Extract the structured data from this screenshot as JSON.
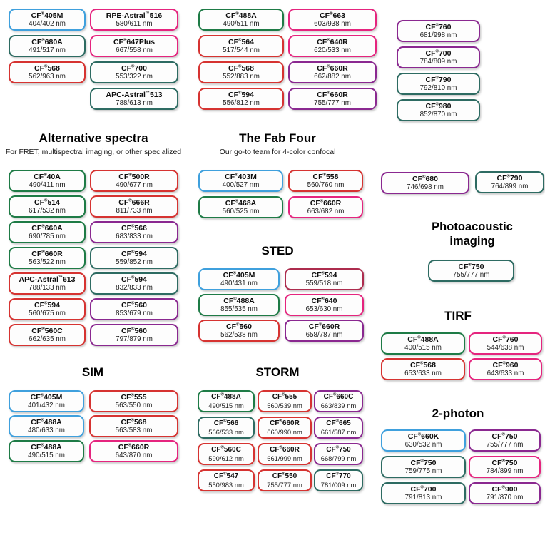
{
  "palette": {
    "blue": "#3fa0dd",
    "green": "#1e7b46",
    "teal": "#2d6b62",
    "red": "#d63331",
    "crimson": "#ad2c4e",
    "pink": "#e5247e",
    "purple": "#8a2890"
  },
  "headers": {
    "alt": {
      "title": "Alternative spectra",
      "subtitle": "For FRET, multispectral imaging, or other specialized"
    },
    "fab": {
      "title": "The Fab Four",
      "subtitle": "Our go-to team for 4-color confocal"
    },
    "sted": {
      "title": "STED"
    },
    "pa": {
      "title": "Photoacoustic imaging"
    },
    "tirf": {
      "title": "TIRF"
    },
    "sim": {
      "title": "SIM"
    },
    "storm": {
      "title": "STORM"
    },
    "twophoton": {
      "title": "2-photon"
    }
  },
  "columns": {
    "top-1": [
      {
        "name": "CF®405M",
        "value": "404/402 nm",
        "color": "blue"
      },
      {
        "name": "CF®680A",
        "value": "491/517 nm",
        "color": "teal"
      },
      {
        "name": "CF®568",
        "value": "562/963 nm",
        "color": "red"
      }
    ],
    "top-2": [
      {
        "name": "RPE-Astral™516",
        "value": "580/611 nm",
        "color": "pink"
      },
      {
        "name": "CF®647Plus",
        "value": "667/558 nm",
        "color": "pink"
      },
      {
        "name": "CF®700",
        "value": "553/322 nm",
        "color": "teal"
      },
      {
        "name": "APC-Astral™513",
        "value": "788/613 nm",
        "color": "teal"
      }
    ],
    "top-3": [
      {
        "name": "CF®488A",
        "value": "490/511 nm",
        "color": "green"
      },
      {
        "name": "CF®564",
        "value": "517/544 nm",
        "color": "red"
      },
      {
        "name": "CF®568",
        "value": "552/883 nm",
        "color": "red"
      },
      {
        "name": "CF®594",
        "value": "556/812 nm",
        "color": "red"
      }
    ],
    "top-4": [
      {
        "name": "CF®663",
        "value": "603/938 nm",
        "color": "pink"
      },
      {
        "name": "CF®640R",
        "value": "620/533 nm",
        "color": "pink"
      },
      {
        "name": "CF®660R",
        "value": "662/882 nm",
        "color": "purple"
      },
      {
        "name": "CF®660R",
        "value": "755/777 nm",
        "color": "purple"
      }
    ],
    "top-5": [
      {
        "name": "CF®760",
        "value": "681/998 nm",
        "color": "purple"
      },
      {
        "name": "CF®700",
        "value": "784/809 nm",
        "color": "purple"
      },
      {
        "name": "CF®790",
        "value": "792/810 nm",
        "color": "teal"
      },
      {
        "name": "CF®980",
        "value": "852/870 nm",
        "color": "teal"
      }
    ],
    "alt-1": [
      {
        "name": "CF®40A",
        "value": "490/411 nm",
        "color": "green"
      },
      {
        "name": "CF®514",
        "value": "617/532 nm",
        "color": "green"
      },
      {
        "name": "CF®660A",
        "value": "690/785 nm",
        "color": "green"
      },
      {
        "name": "CF®660R",
        "value": "563/522 nm",
        "color": "green"
      },
      {
        "name": "APC-Astral™613",
        "value": "788/133 nm",
        "color": "red"
      },
      {
        "name": "CF®594",
        "value": "560/675 nm",
        "color": "red"
      },
      {
        "name": "CF®560C",
        "value": "662/635 nm",
        "color": "red"
      }
    ],
    "alt-2": [
      {
        "name": "CF®500R",
        "value": "490/677 nm",
        "color": "red"
      },
      {
        "name": "CF®666R",
        "value": "811/733 nm",
        "color": "red"
      },
      {
        "name": "CF®566",
        "value": "683/833 nm",
        "color": "purple"
      },
      {
        "name": "CF®594",
        "value": "559/852 nm",
        "color": "teal"
      },
      {
        "name": "CF®594",
        "value": "832/833 nm",
        "color": "teal"
      },
      {
        "name": "CF®560",
        "value": "853/679 nm",
        "color": "purple"
      },
      {
        "name": "CF®560",
        "value": "797/879 nm",
        "color": "purple"
      }
    ],
    "fab-1": [
      {
        "name": "CF®403M",
        "value": "400/527 nm",
        "color": "blue"
      },
      {
        "name": "CF®468A",
        "value": "560/525 nm",
        "color": "green"
      }
    ],
    "fab-2": [
      {
        "name": "CF®558",
        "value": "560/760 nm",
        "color": "red"
      },
      {
        "name": "CF®660R",
        "value": "663/682 nm",
        "color": "pink"
      }
    ],
    "nir-1": [
      {
        "name": "CF®680",
        "value": "746/698 nm",
        "color": "purple"
      }
    ],
    "nir-2": [
      {
        "name": "CF®790",
        "value": "764/899 nm",
        "color": "teal"
      }
    ],
    "sted-1": [
      {
        "name": "CF®405M",
        "value": "490/431 nm",
        "color": "blue"
      },
      {
        "name": "CF®488A",
        "value": "855/535 nm",
        "color": "green"
      },
      {
        "name": "CF®560",
        "value": "562/538 nm",
        "color": "red"
      }
    ],
    "sted-2": [
      {
        "name": "CF®594",
        "value": "559/518 nm",
        "color": "crimson"
      },
      {
        "name": "CF®640",
        "value": "653/630 nm",
        "color": "pink"
      },
      {
        "name": "CF®660R",
        "value": "658/787 nm",
        "color": "purple"
      }
    ],
    "pa-1": [
      {
        "name": "CF®750",
        "value": "755/777 nm",
        "color": "teal"
      }
    ],
    "tirf-1": [
      {
        "name": "CF®488A",
        "value": "400/515 nm",
        "color": "green"
      },
      {
        "name": "CF®568",
        "value": "653/633 nm",
        "color": "red"
      }
    ],
    "tirf-2": [
      {
        "name": "CF®760",
        "value": "544/638 nm",
        "color": "pink"
      },
      {
        "name": "CF®960",
        "value": "643/633 nm",
        "color": "pink"
      }
    ],
    "sim-1": [
      {
        "name": "CF®405M",
        "value": "401/432 nm",
        "color": "blue"
      },
      {
        "name": "CF®488A",
        "value": "480/633 nm",
        "color": "blue"
      },
      {
        "name": "CF®488A",
        "value": "490/515 nm",
        "color": "green"
      }
    ],
    "sim-2": [
      {
        "name": "CF®555",
        "value": "563/550 nm",
        "color": "red"
      },
      {
        "name": "CF®568",
        "value": "563/583 nm",
        "color": "red"
      },
      {
        "name": "CF®660R",
        "value": "643/870 nm",
        "color": "pink"
      }
    ],
    "storm-1": [
      {
        "name": "CF®488A",
        "value": "490/515 nm",
        "color": "green"
      },
      {
        "name": "CF®566",
        "value": "566/533 nm",
        "color": "teal"
      },
      {
        "name": "CF®560C",
        "value": "590/612 nm",
        "color": "red"
      },
      {
        "name": "CF®547",
        "value": "550/983 nm",
        "color": "red"
      }
    ],
    "storm-2": [
      {
        "name": "CF®555",
        "value": "560/539 nm",
        "color": "red"
      },
      {
        "name": "CF®660R",
        "value": "660/990 nm",
        "color": "red"
      },
      {
        "name": "CF®660R",
        "value": "661/999 nm",
        "color": "red"
      },
      {
        "name": "CF®550",
        "value": "755/777 nm",
        "color": "red"
      }
    ],
    "storm-3": [
      {
        "name": "CF®660C",
        "value": "663/839 nm",
        "color": "purple"
      },
      {
        "name": "CF®665",
        "value": "661/587 nm",
        "color": "purple"
      },
      {
        "name": "CF®750",
        "value": "668/799 nm",
        "color": "purple"
      },
      {
        "name": "CF®770",
        "value": "781/009 nm",
        "color": "teal"
      }
    ],
    "2p-1": [
      {
        "name": "CF®660K",
        "value": "630/532 nm",
        "color": "blue"
      },
      {
        "name": "CF®750",
        "value": "759/775 nm",
        "color": "teal"
      },
      {
        "name": "CF®700",
        "value": "791/813 nm",
        "color": "teal"
      }
    ],
    "2p-2": [
      {
        "name": "CF®750",
        "value": "755/777 nm",
        "color": "purple"
      },
      {
        "name": "CF®750",
        "value": "784/899 nm",
        "color": "pink"
      },
      {
        "name": "CF®900",
        "value": "791/870 nm",
        "color": "purple"
      }
    ]
  }
}
